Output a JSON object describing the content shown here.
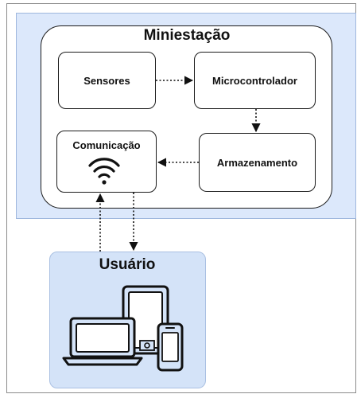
{
  "diagram": {
    "station_title": "Miniestação",
    "nodes": {
      "sensors": "Sensores",
      "microcontroller": "Microcontrolador",
      "storage": "Armazenamento",
      "communication": "Comunicação"
    },
    "user_title": "Usuário",
    "icons": [
      "wifi-icon",
      "laptop-icon",
      "tablet-icon",
      "phone-icon"
    ]
  }
}
